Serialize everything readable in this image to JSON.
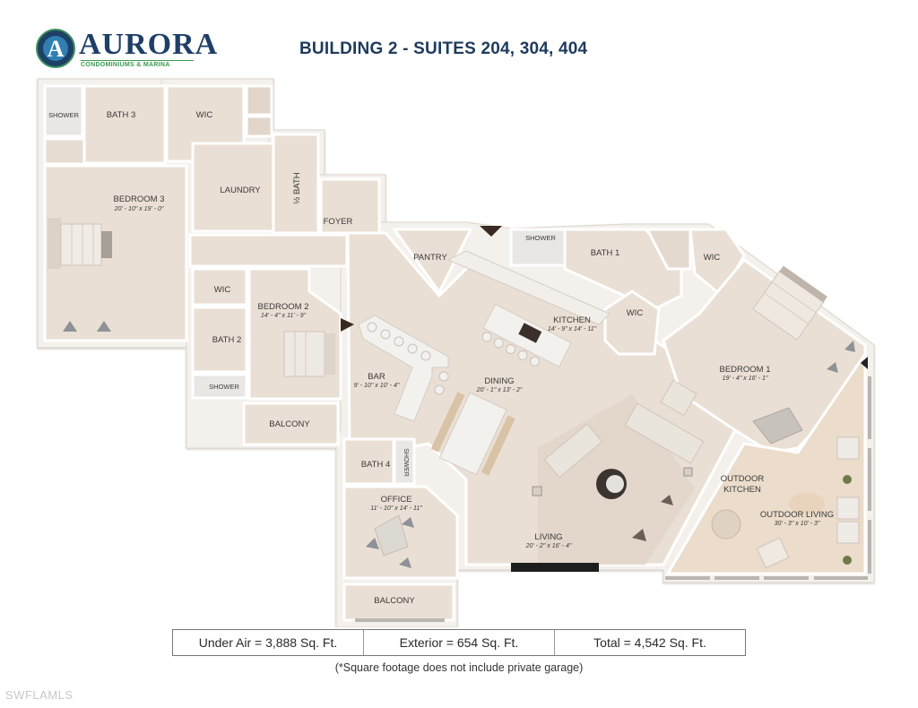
{
  "logo": {
    "letter": "A",
    "name": "AURORA",
    "tagline": "CONDOMINIUMS & MARINA"
  },
  "title": "BUILDING 2 - SUITES 204, 304, 404",
  "colors": {
    "brand_navy": "#1e3f66",
    "brand_green": "#3a9a4e",
    "floor": "#eadfd4",
    "wall": "#f7f5f2"
  },
  "rooms": {
    "shower_b3": {
      "label": "SHOWER"
    },
    "bath3": {
      "label": "BATH 3"
    },
    "wic_b3": {
      "label": "WIC"
    },
    "bedroom3": {
      "label": "BEDROOM 3",
      "dims": "20' - 10\" x 19' - 0\""
    },
    "laundry": {
      "label": "LAUNDRY"
    },
    "half_bath": {
      "label": "½ BATH"
    },
    "foyer": {
      "label": "FOYER"
    },
    "pantry": {
      "label": "PANTRY"
    },
    "shower_b1": {
      "label": "SHOWER"
    },
    "bath1": {
      "label": "BATH 1"
    },
    "wic_b1a": {
      "label": "WIC"
    },
    "wic_b1b": {
      "label": "WIC"
    },
    "kitchen": {
      "label": "KITCHEN",
      "dims": "14' - 9\" x 14' - 11\""
    },
    "bedroom1": {
      "label": "BEDROOM 1",
      "dims": "19' - 4\" x 16' - 1\""
    },
    "wic_b2": {
      "label": "WIC"
    },
    "bedroom2": {
      "label": "BEDROOM 2",
      "dims": "14' - 4\" x 11' - 9\""
    },
    "bath2": {
      "label": "BATH 2"
    },
    "shower_b2": {
      "label": "SHOWER"
    },
    "balcony_b2": {
      "label": "BALCONY"
    },
    "bar": {
      "label": "BAR",
      "dims": "9' - 10\" x 10' - 4\""
    },
    "dining": {
      "label": "DINING",
      "dims": "20' - 1\" x 13' - 2\""
    },
    "bath4": {
      "label": "BATH 4"
    },
    "shower_b4": {
      "label": "SHOWER"
    },
    "office": {
      "label": "OFFICE",
      "dims": "11' - 10\" x 14' - 11\""
    },
    "living": {
      "label": "LIVING",
      "dims": "20' - 2\" x 16' - 4\""
    },
    "outdoor_kitchen": {
      "label": "OUTDOOR",
      "label2": "KITCHEN"
    },
    "outdoor_living": {
      "label": "OUTDOOR LIVING",
      "dims": "30' - 3\" x 10' - 3\""
    },
    "balcony_office": {
      "label": "BALCONY"
    }
  },
  "square_footage": {
    "under_air": "Under Air = 3,888 Sq. Ft.",
    "exterior": "Exterior = 654 Sq. Ft.",
    "total": "Total = 4,542 Sq. Ft."
  },
  "footnote": "(*Square footage does not include private garage)",
  "watermark": "SWFLAMLS"
}
